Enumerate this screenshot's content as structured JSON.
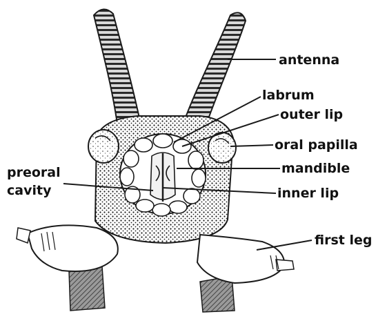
{
  "labels": {
    "antenna": "antenna",
    "labrum": "labrum",
    "outer_lip": "outer lip",
    "oral_papilla": "oral papilla",
    "mandible": "mandible",
    "inner_lip": "inner lip",
    "preoral_line1": "preoral",
    "preoral_line2": "cavity",
    "first_leg": "first leg"
  },
  "colors": {
    "ink": "#1a1a1a",
    "skin": "#ffffff",
    "shade": "#7a7a7a"
  }
}
